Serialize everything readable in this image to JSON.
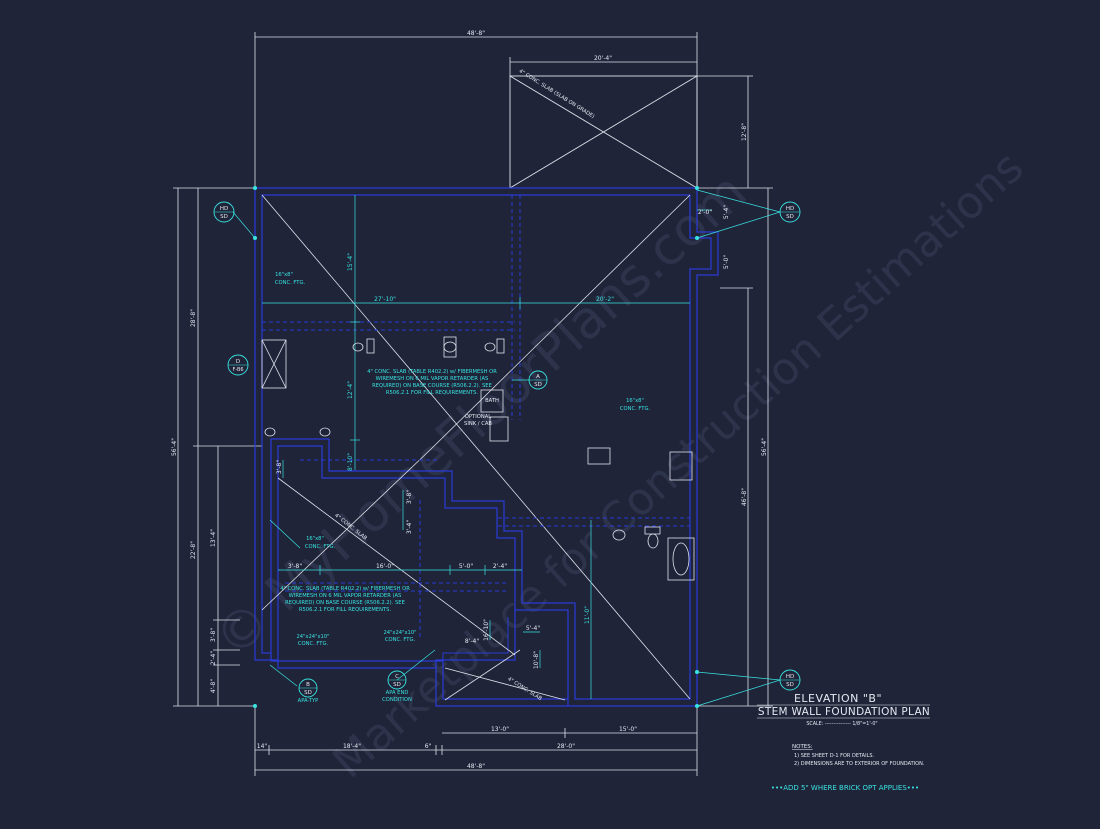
{
  "colors": {
    "background": "#1f2439",
    "line_white": "#dfe2ea",
    "wall_blue": "#2a3bd8",
    "cyan": "#39e3e0",
    "watermark": "#3a4158"
  },
  "title": {
    "line1": "ELEVATION \"B\"",
    "line2": "STEM WALL FOUNDATION PLAN",
    "scale": "SCALE: --------------- 1/8\"=1'-0\""
  },
  "notes": {
    "heading": "NOTES:",
    "items": [
      "1) SEE SHEET D-1 FOR DETAILS.",
      "2) DIMENSIONS ARE TO EXTERIOR OF FOUNDATION."
    ]
  },
  "brick_note": "•••ADD 5\" WHERE BRICK OPT APPLIES•••",
  "dimensions": {
    "top_overall": "48'-8\"",
    "garage_width": "20'-4\"",
    "left_overall": "28'-8\"",
    "left_total": "56'-4\"",
    "right_total": "56'-4\"",
    "right_lower": "46'-8\"",
    "right_top": "12'-8\"",
    "mid_left": "27'-10\"",
    "mid_right": "20'-2\"",
    "inner_vert_upper": "15'-4\"",
    "inner_vert_mid": "12'-4\"",
    "inner_vert_low": "8'-10\"",
    "left_low": "22'-8\"",
    "left_sub": "13'-4\"",
    "left_a": "3'-8\"",
    "left_b": "2'-4\"",
    "left_c": "4'-8\"",
    "step_a": "3'-8\"",
    "step_b": "16'-0\"",
    "step_c": "5'-0\"",
    "step_d": "2'-4\"",
    "step_e": "8'-4\"",
    "step_f": "5'-4\"",
    "vert_a": "3'-4\"",
    "vert_b": "3'-8\"",
    "vert_c": "3'-8\"",
    "vert_d": "10'-8\"",
    "vert_e": "16'-10\"",
    "vert_f": "11'-0\"",
    "right_small_a": "2'-0\"",
    "right_small_b": "5'-4\"",
    "right_small_c": "5'-0\"",
    "bottom_a": "14\"",
    "bottom_b": "18'-4\"",
    "bottom_c": "6\"",
    "bottom_d": "13'-0\"",
    "bottom_e": "15'-0\"",
    "bottom_f": "28'-0\"",
    "bottom_overall": "48'-8\""
  },
  "labels": {
    "garage_slab": "4\" CONC. SLAB (SLAB ON GRADE)",
    "ftg_16x8_a": "16\"x8\"",
    "ftg_conc_a": "CONC. FTG.",
    "ftg_16x8_b": "16\"x8\"",
    "ftg_conc_b": "CONC. FTG.",
    "ftg_16x8_c": "16\"x8\"",
    "ftg_conc_c": "CONC. FTG.",
    "slab_note_top": [
      "4\" CONC. SLAB (TABLE R402.2) w/ FIBERMESH OR",
      "WIREMESH ON 6 MIL VAPOR RETARDER (AS",
      "REQUIRED) ON BASE COURSE (R506.2.2). SEE",
      "R506.2.1 FOR FILL REQUIREMENTS."
    ],
    "slab_note_bottom": [
      "4\" CONC. SLAB (TABLE R402.2) w/ FIBERMESH OR",
      "WIREMESH ON 6 MIL VAPOR RETARDER (AS",
      "REQUIRED) ON BASE COURSE (R506.2.2). SEE",
      "R506.2.1 FOR FILL REQUIREMENTS."
    ],
    "conc_slab_diag": "4\" CONC. SLAB",
    "conc_slab_corner": "4\" CONC. SLAB",
    "optional_sink": "OPTIONAL",
    "sink_cab": "SINK / CAB",
    "bath": "BATH",
    "pad_a_size": "24\"x24\"x10\"",
    "pad_a_type": "CONC. FTG.",
    "pad_b_size": "24\"x24\"x10\"",
    "pad_b_type": "CONC. FTG.",
    "apa_typ": "APA-TYP",
    "apa_end_1": "APA END",
    "apa_end_2": "CONDITION"
  },
  "callouts": {
    "hd_left": {
      "top": "HD",
      "bottom": "SD"
    },
    "hd_right": {
      "top": "HD",
      "bottom": "SD"
    },
    "hd_bottom_right": {
      "top": "HD",
      "bottom": "SD"
    },
    "d_left": {
      "top": "D",
      "bottom": "F-B6"
    },
    "a_sd": {
      "top": "A",
      "bottom": "SD"
    },
    "b_sd": {
      "top": "B",
      "bottom": "SD"
    },
    "c_sd": {
      "top": "C",
      "bottom": "SD"
    }
  },
  "watermark": [
    "© MyHomeFloorPlans.com",
    "Marketplace for Construction Estimations"
  ]
}
